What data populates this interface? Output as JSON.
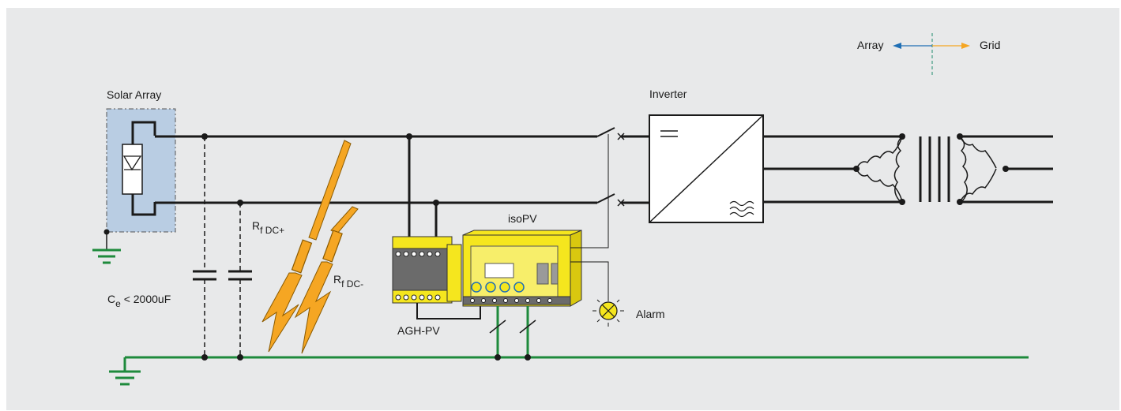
{
  "legend": {
    "left_label": "Array",
    "right_label": "Grid",
    "left_color": "#1f6fb5",
    "right_color": "#f5a623"
  },
  "labels": {
    "solar_array": "Solar Array",
    "inverter": "Inverter",
    "isopv": "isoPV",
    "agh_pv": "AGH-PV",
    "alarm": "Alarm",
    "rf_dc_plus_main": "R",
    "rf_dc_plus_sub": "f DC+",
    "rf_dc_minus_main": "R",
    "rf_dc_minus_sub": "f DC-",
    "ce_main": "C",
    "ce_sub": "e",
    "ce_value": " < 2000uF"
  },
  "colors": {
    "background": "#e8e9ea",
    "wire": "#1a1a1a",
    "ground": "#1e8a3c",
    "device_yellow": "#f5e61e",
    "device_grey": "#6b6b6b",
    "fault_orange": "#f5a623",
    "array_fill": "#b9cde3"
  }
}
